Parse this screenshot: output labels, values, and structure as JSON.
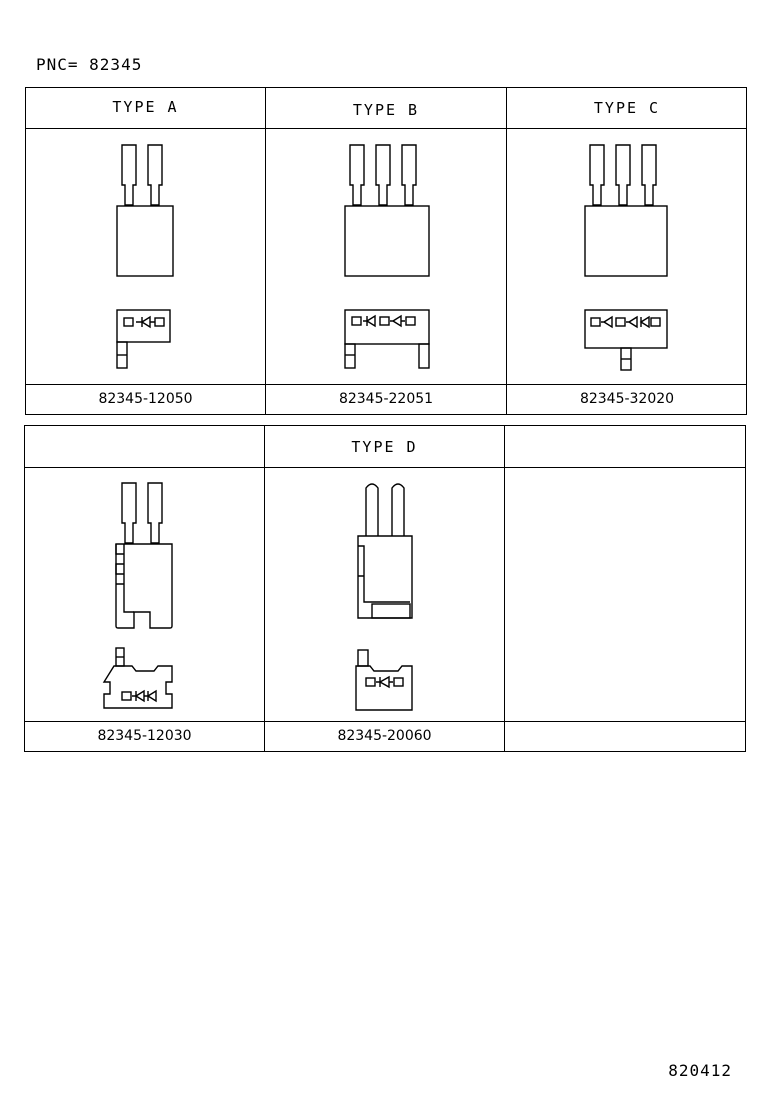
{
  "pnc_label": "PNC= 82345",
  "table1": {
    "headers": [
      "TYPE A",
      "TYPE B",
      "TYPE C"
    ],
    "part_numbers": [
      "82345-12050",
      "82345-22051",
      "82345-32020"
    ]
  },
  "table2": {
    "headers": [
      "",
      "TYPE D",
      ""
    ],
    "part_numbers": [
      "82345-12030",
      "82345-20060",
      ""
    ]
  },
  "drawing_code": "820412"
}
